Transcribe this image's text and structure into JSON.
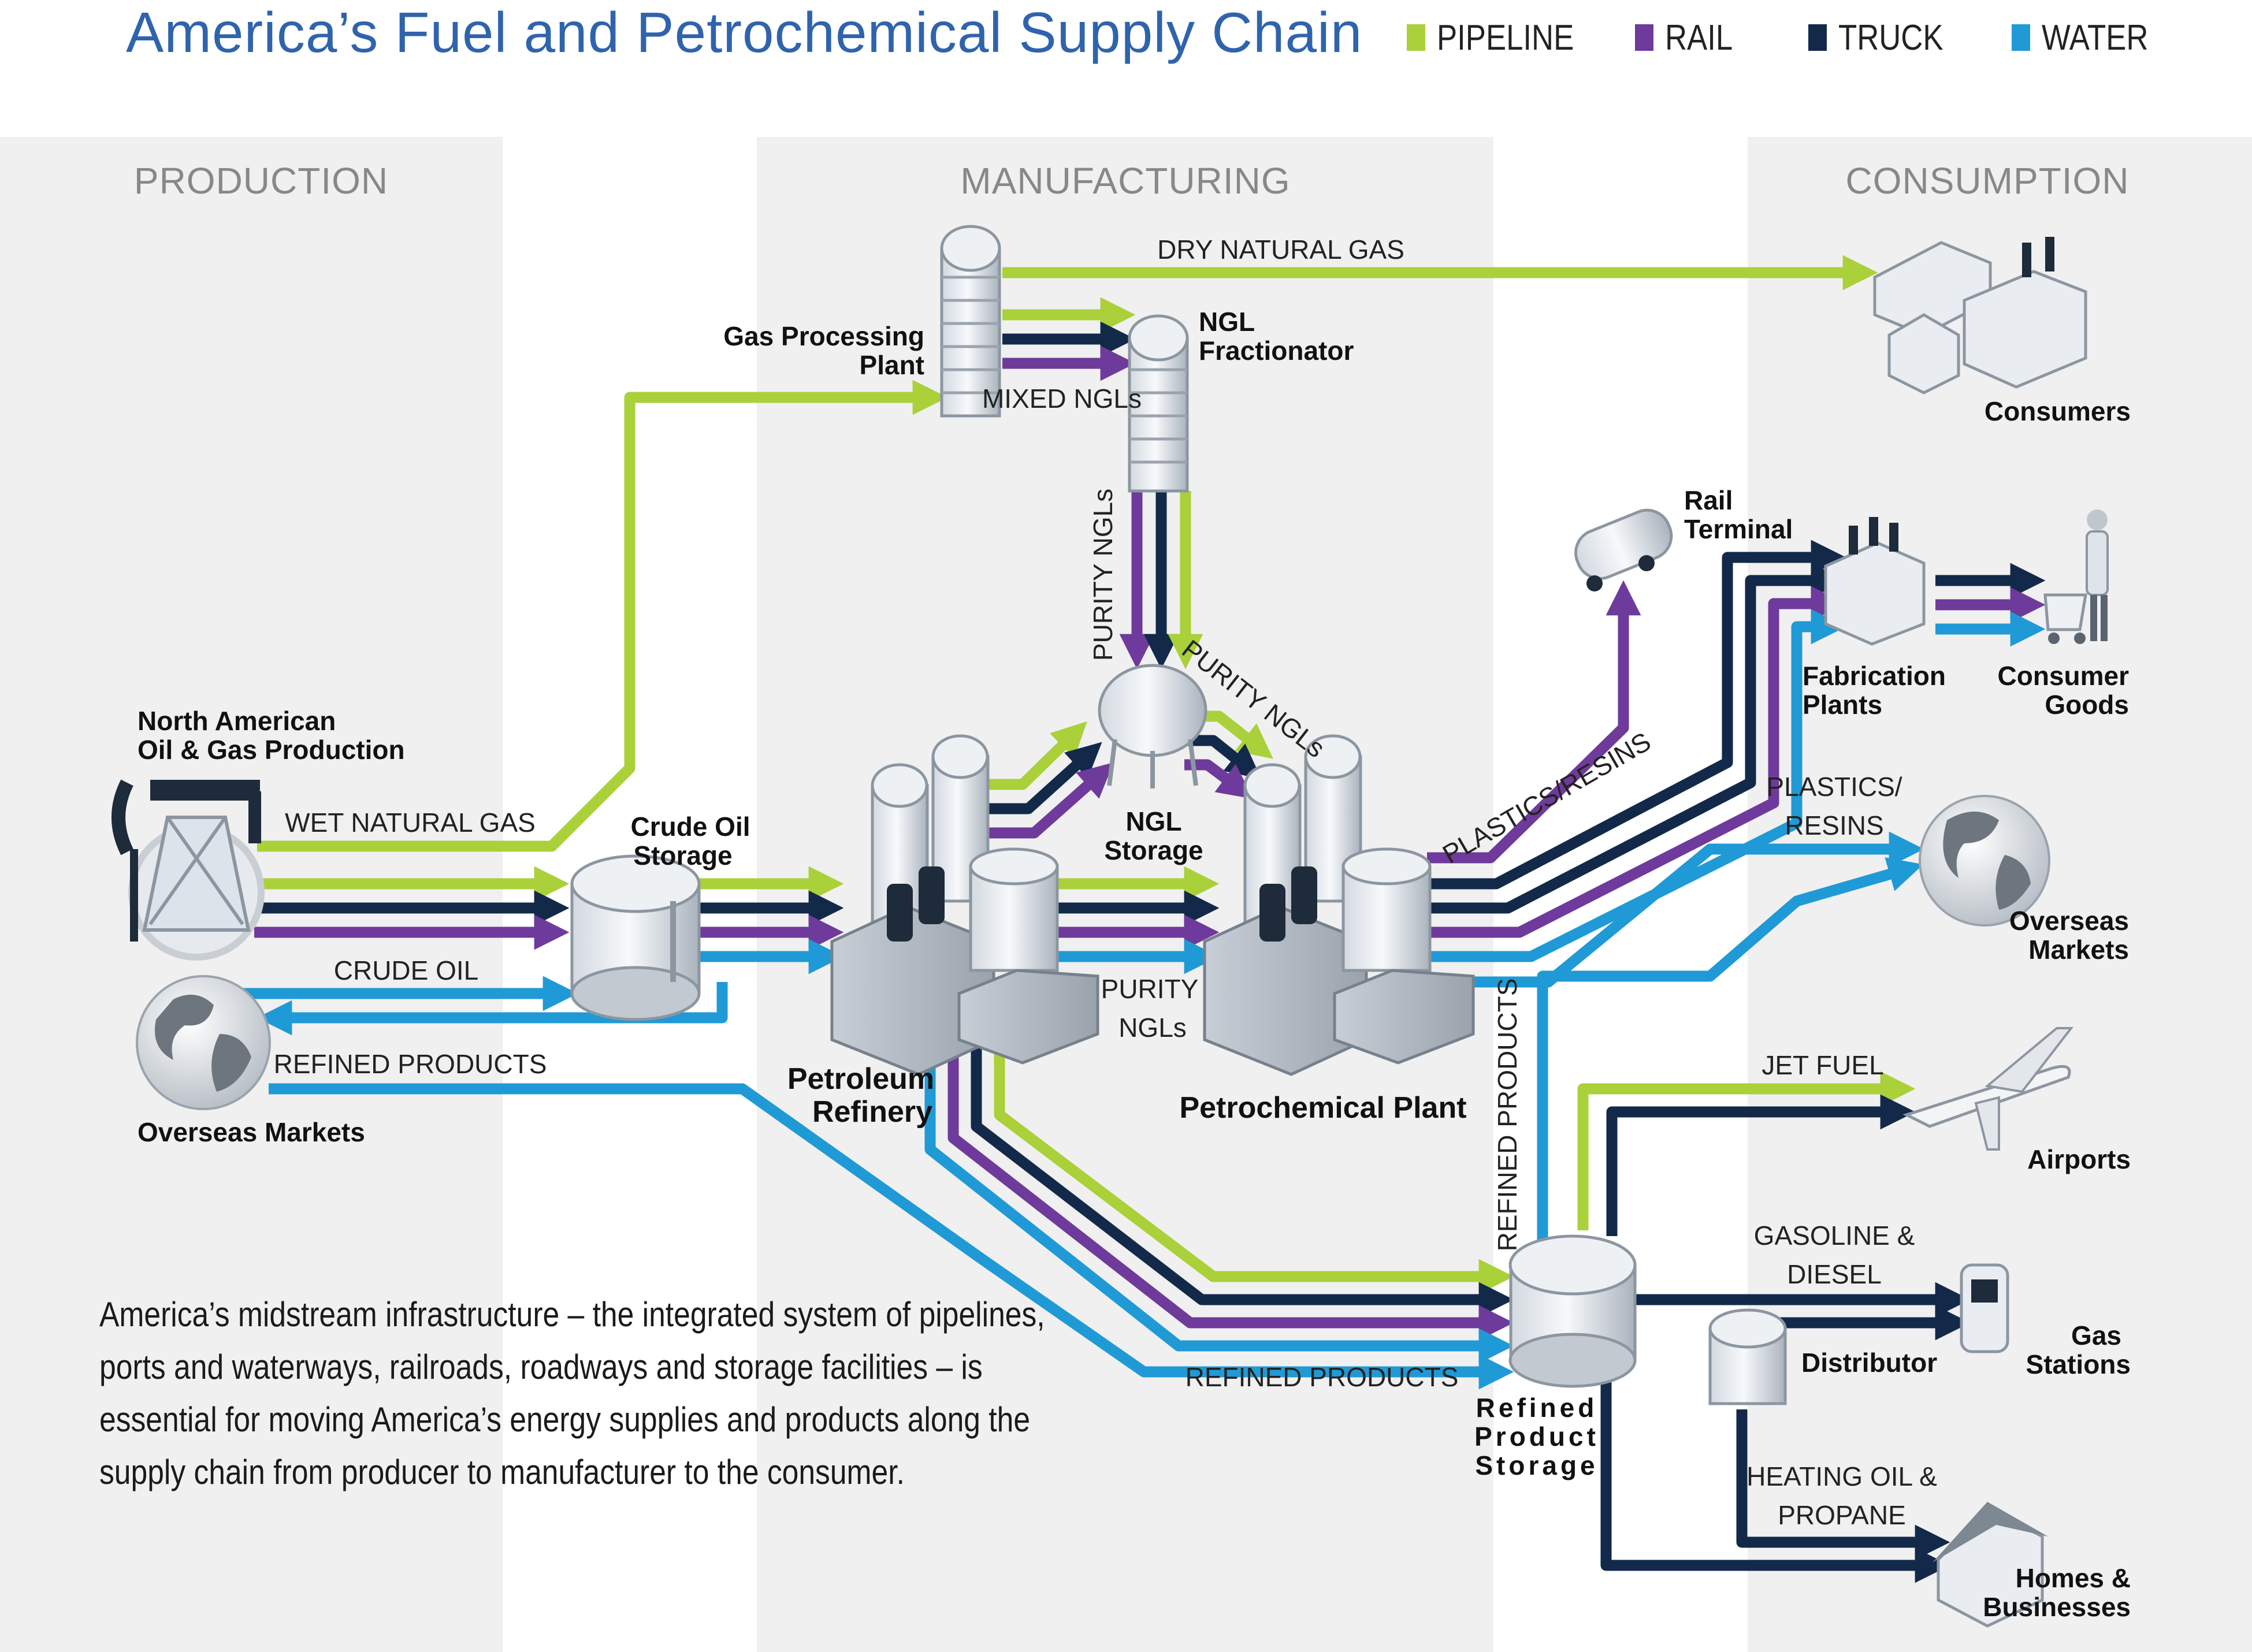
{
  "title": "America’s Fuel and Petrochemical Supply Chain",
  "legend": [
    {
      "label": "PIPELINE",
      "color": "#aad03a"
    },
    {
      "label": "RAIL",
      "color": "#6e3a9b"
    },
    {
      "label": "TRUCK",
      "color": "#12294a"
    },
    {
      "label": "WATER",
      "color": "#1f9ad6"
    }
  ],
  "sections": {
    "production": "PRODUCTION",
    "manufacturing": "MANUFACTURING",
    "consumption": "CONSUMPTION"
  },
  "facilities": {
    "production": [
      "North American",
      "Oil & Gas Production"
    ],
    "overseas_markets_left": "Overseas Markets",
    "crude_storage": [
      "Crude Oil",
      "Storage"
    ],
    "gas_processing": [
      "Gas Processing",
      "Plant"
    ],
    "ngl_fractionator": [
      "NGL",
      "Fractionator"
    ],
    "ngl_storage": [
      "NGL",
      "Storage"
    ],
    "refinery": [
      "Petroleum",
      "Refinery"
    ],
    "petrochem": "Petrochemical Plant",
    "rail_terminal": [
      "Rail",
      "Terminal"
    ],
    "fabrication": [
      "Fabrication",
      "Plants"
    ],
    "consumer_goods": [
      "Consumer",
      "Goods"
    ],
    "consumers": "Consumers",
    "overseas_markets_right": [
      "Overseas",
      "Markets"
    ],
    "airports": "Airports",
    "gas_stations": [
      "Gas",
      "Stations"
    ],
    "distributor": "Distributor",
    "homes": [
      "Homes &",
      "Businesses"
    ],
    "refined_storage": [
      "Refined",
      "Product",
      "Storage"
    ]
  },
  "flows": {
    "wet_gas": "WET NATURAL GAS",
    "crude_oil": "CRUDE OIL",
    "refined_left": "REFINED PRODUCTS",
    "dry_gas": "DRY NATURAL GAS",
    "mixed_ngls": "MIXED NGLs",
    "purity_vertical": "PURITY NGLs",
    "purity_diag": "PURITY NGLs",
    "purity_mid": [
      "PURITY",
      "NGLs"
    ],
    "plastics_diag": "PLASTICS/RESINS",
    "plastics_right": [
      "PLASTICS/",
      "RESINS"
    ],
    "refined_vertical": "REFINED PRODUCTS",
    "refined_bottom": "REFINED PRODUCTS",
    "jet_fuel": "JET FUEL",
    "gasoline": [
      "GASOLINE &",
      "DIESEL"
    ],
    "heating": [
      "HEATING OIL &",
      "PROPANE"
    ]
  },
  "paragraph": "America’s midstream infrastructure – the integrated system of pipelines, ports and waterways, railroads, roadways and storage facilities – is essential for moving America’s energy supplies and products along the supply chain from producer to manufacturer to the consumer."
}
